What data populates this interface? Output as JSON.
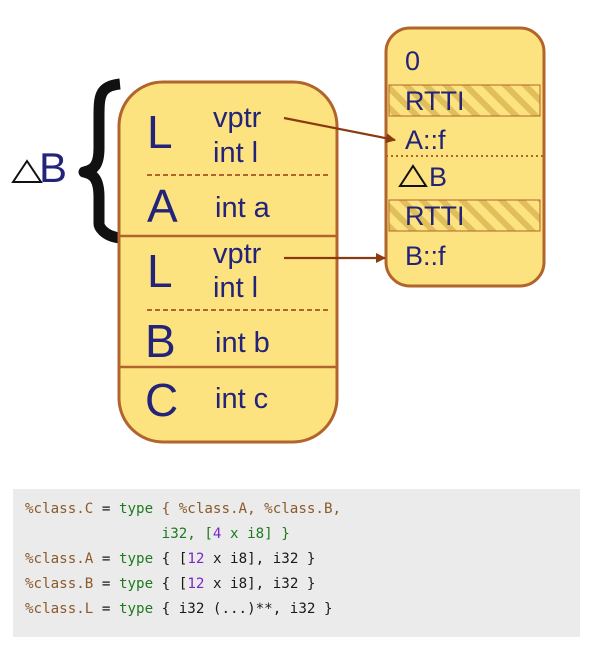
{
  "object_layout": {
    "delta_label": "B",
    "rows": [
      {
        "letter": "L",
        "fields": [
          "vptr",
          "int l"
        ]
      },
      {
        "letter": "A",
        "fields": [
          "int a"
        ]
      },
      {
        "letter": "L",
        "fields": [
          "vptr",
          "int l"
        ]
      },
      {
        "letter": "B",
        "fields": [
          "int b"
        ]
      },
      {
        "letter": "C",
        "fields": [
          "int c"
        ]
      }
    ]
  },
  "vtable": {
    "entries": [
      {
        "text": "0",
        "hatched": false
      },
      {
        "text": "RTTI",
        "hatched": true
      },
      {
        "text": "A::f",
        "hatched": false
      },
      {
        "text": "B",
        "hatched": false,
        "delta": true
      },
      {
        "text": "RTTI",
        "hatched": true
      },
      {
        "text": "B::f",
        "hatched": false
      }
    ]
  },
  "colors": {
    "box_fill": "#fde37f",
    "box_stroke": "#b1642b",
    "text": "#23237a",
    "arrow": "#8a3a10",
    "code_bg": "#ebebeb"
  },
  "code": {
    "line1": {
      "v1": "%class.C",
      "eq": " = ",
      "kw": "type",
      "rest": " { %class.A, %class.B,"
    },
    "line2": {
      "indent": "                ",
      "t1": "i32, [",
      "n1": "4",
      "t2": " x i8] }"
    },
    "line3": {
      "v1": "%class.A",
      "eq": " = ",
      "kw": "type",
      "t1": " { [",
      "n1": "12",
      "t2": " x i8], i32 }"
    },
    "line4": {
      "v1": "%class.B",
      "eq": " = ",
      "kw": "type",
      "t1": " { [",
      "n1": "12",
      "t2": " x i8], i32 }"
    },
    "line5": {
      "v1": "%class.L",
      "eq": " = ",
      "kw": "type",
      "t1": " { i32 (...)**, i32 }"
    }
  }
}
